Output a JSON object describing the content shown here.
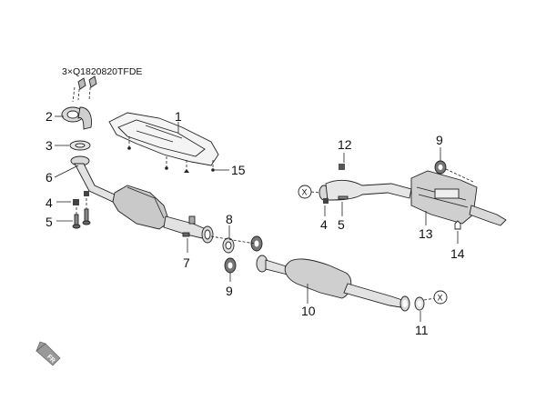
{
  "diagram": {
    "fastener_note": "3×Q1820820TFDE",
    "callouts": {
      "c1": "1",
      "c2": "2",
      "c3": "3",
      "c4a": "4",
      "c5a": "5",
      "c6": "6",
      "c7": "7",
      "c8": "8",
      "c9a": "9",
      "c10": "10",
      "c11": "11",
      "c12": "12",
      "c4b": "4",
      "c5b": "5",
      "c9b": "9",
      "c13": "13",
      "c14": "14",
      "c15": "15"
    },
    "connector_mark": "X",
    "direction_badge": "FR"
  }
}
